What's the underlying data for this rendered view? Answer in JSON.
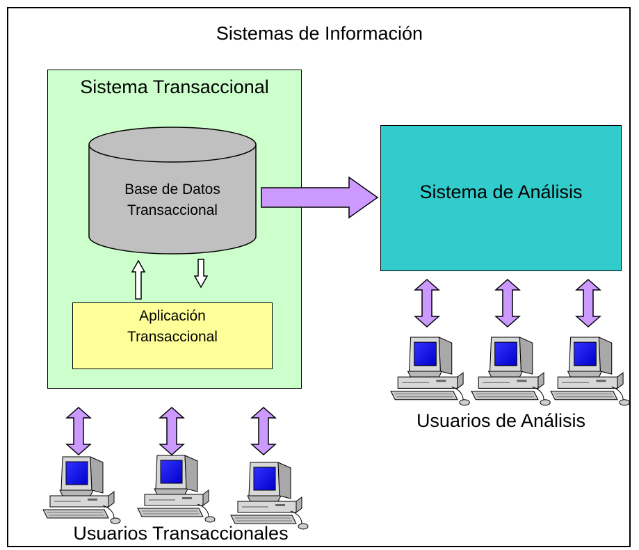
{
  "diagram": {
    "title": "Sistemas de Información",
    "transactional_system": {
      "label": "Sistema Transaccional",
      "database": {
        "line1": "Base de Datos",
        "line2": "Transaccional"
      },
      "application": {
        "line1": "Aplicación",
        "line2": "Transaccional"
      }
    },
    "analysis_system": {
      "label": "Sistema de Análisis"
    },
    "transactional_users": {
      "label": "Usuarios Transaccionales",
      "count": 3
    },
    "analysis_users": {
      "label": "Usuarios de Análisis",
      "count": 3
    }
  },
  "colors": {
    "transactional_bg": "#ccffcc",
    "application_bg": "#ffff99",
    "analysis_bg": "#33cccc",
    "database_fill": "#c0c0c0",
    "arrow_fill": "#cc99ff",
    "screen_blue": "#0000ff"
  },
  "icons": {
    "computer": "computer-icon",
    "double_arrow": "double-arrow-icon",
    "flow_arrow": "flow-arrow-icon"
  }
}
